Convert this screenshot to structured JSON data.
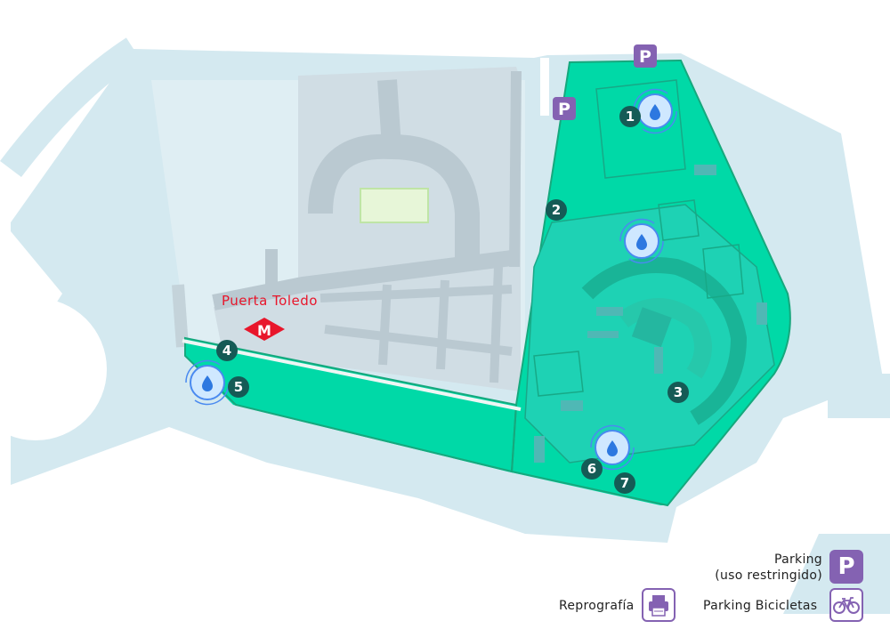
{
  "map": {
    "metro_station": {
      "name": "Puerta Toledo",
      "logo_letter": "M"
    },
    "parking_labels": [
      "P",
      "P"
    ],
    "markers": [
      "1",
      "2",
      "3",
      "4",
      "5",
      "6",
      "7"
    ],
    "colors": {
      "campus": "#00d9a7",
      "campus_inner": "#1ed2b4",
      "road": "#d4e9f0",
      "block": "#d0dde4",
      "block_path": "#bac9d1",
      "marker": "#155b56",
      "fountain_ring": "#4a8af0",
      "parking": "#8462b2",
      "metro": "#e8162b"
    }
  },
  "legend": {
    "parking_label_1": "Parking",
    "parking_label_2": "(uso restringido)",
    "parking_icon_letter": "P",
    "reprografia_label": "Reprografía",
    "bicicletas_label": "Parking Bicicletas"
  }
}
